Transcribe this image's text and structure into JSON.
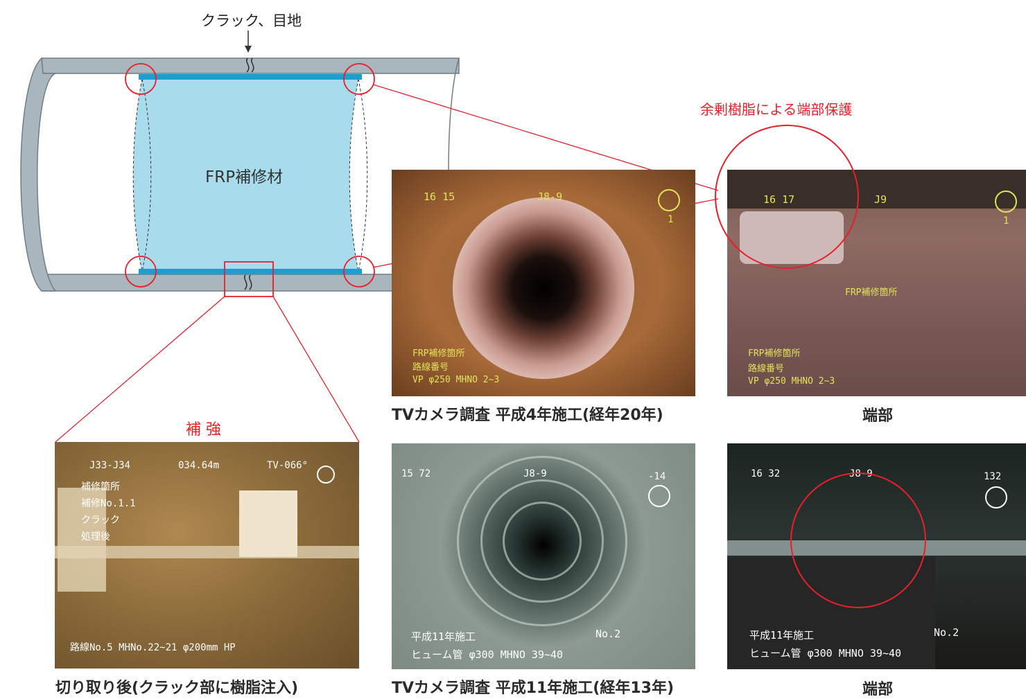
{
  "diagram": {
    "crack_label": "クラック、目地",
    "material_label": "FRP補修材",
    "resin_label": "余剰樹脂による端部保護",
    "reinforce_label": "補 強"
  },
  "photos": {
    "tv1": {
      "caption": "TVカメラ調査 平成4年施工(経年20年)",
      "ov_tl": "16 15",
      "ov_top": "J8-9",
      "ov_bl1": "FRP補修箇所",
      "ov_bl2": "路線番号",
      "ov_bl3": "VP φ250 MHNO 2~3",
      "gauge": "1"
    },
    "end1": {
      "caption": "端部",
      "ov_tl": "16 17",
      "ov_top": "J9",
      "ov_mid": "FRP補修箇所",
      "ov_bl1": "FRP補修箇所",
      "ov_bl2": "路線番号",
      "ov_bl3": "VP φ250 MHNO 2~3",
      "gauge": "1"
    },
    "cut": {
      "caption": "切り取り後(クラック部に樹脂注入)",
      "ov_top1": "J33-J34",
      "ov_top2": "034.64m",
      "ov_top3": "TV-066°",
      "ov_left": [
        "補修箇所",
        "補修No.1.1",
        "クラック",
        "処理後"
      ],
      "ov_bottom": "路線No.5 MHNo.22~21 φ200mm HP"
    },
    "tv2": {
      "caption": "TVカメラ調査 平成11年施工(経年13年)",
      "ov_tl": "15 72",
      "ov_top": "J8-9",
      "ov_tr": "-14",
      "ov_bl1": "平成11年施工",
      "ov_bl2": "ヒューム管 φ300 MHNO 39~40",
      "ov_br": "No.2"
    },
    "end2": {
      "caption": "端部",
      "ov_tl": "16 32",
      "ov_top": "J8-9",
      "ov_tr": "132",
      "ov_bl1": "平成11年施工",
      "ov_bl2": "ヒューム管 φ300 MHNO 39~40",
      "ov_br": "No.2"
    }
  },
  "colors": {
    "accent_red": "#e8202a",
    "pipe_gray": "#a9b6bd",
    "frp_fill": "#a8dced",
    "frp_edge": "#1a9fd0",
    "overlay_yellow": "#e3e35a"
  }
}
